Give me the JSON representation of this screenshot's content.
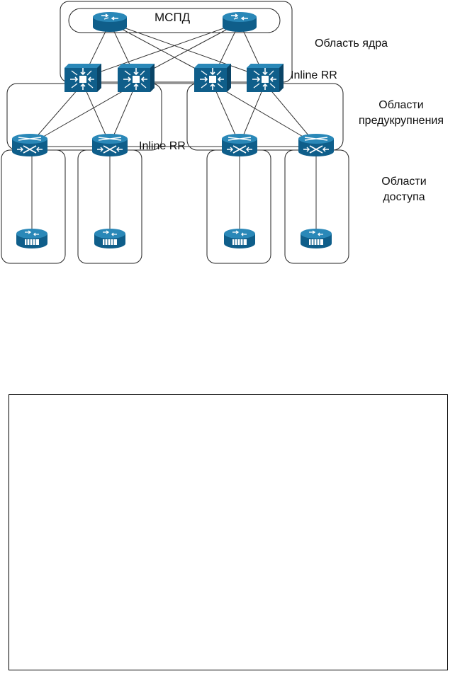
{
  "diagram": {
    "core_group_label": "МСПД",
    "inline_rr_top": "Inline RR",
    "inline_rr_bottom": "Inline RR",
    "zone_core": "Область ядра",
    "zone_aggregation": "Области предукрупнения",
    "zone_access": "Области доступа"
  },
  "colors": {
    "device_fill": "#0f5e8a",
    "device_dark": "#0a4466",
    "device_top": "#2a88b8",
    "icon_white": "#ffffff",
    "outline": "#222222"
  }
}
